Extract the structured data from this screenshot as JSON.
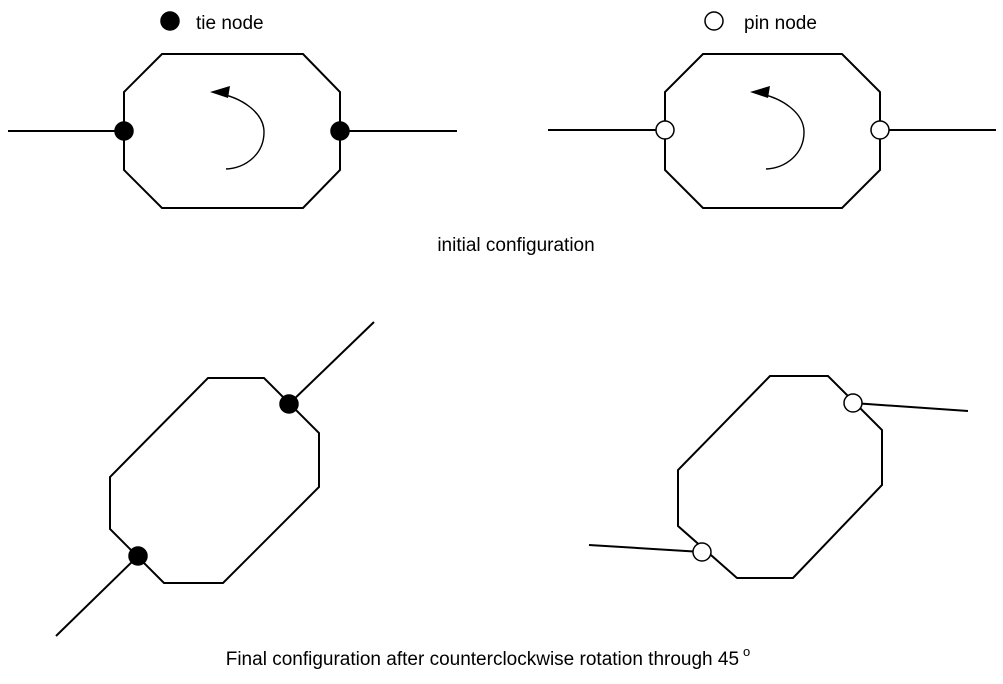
{
  "legend": {
    "tie": {
      "label": "tie node",
      "symbol": "filled-circle-icon"
    },
    "pin": {
      "label": "pin node",
      "symbol": "open-circle-icon"
    }
  },
  "captions": {
    "initial": "initial configuration",
    "final": "Final configuration after counterclockwise rotation through 45",
    "final_sup": "o"
  },
  "rotation": {
    "direction": "counterclockwise",
    "angle_degrees": 45
  },
  "colors": {
    "ink": "#000000",
    "background": "#ffffff",
    "pin_fill": "#ffffff"
  }
}
